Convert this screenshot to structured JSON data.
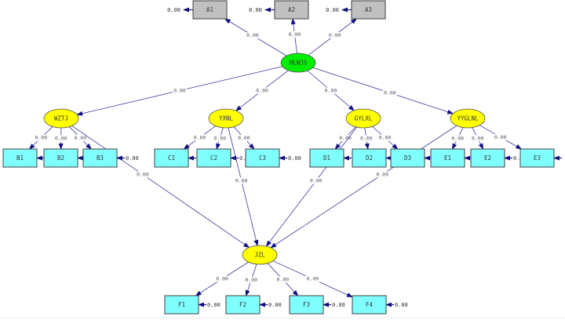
{
  "colors": {
    "latent_top": "#00ee00",
    "latent": "#ffff00",
    "observed_top": "#c0c0c0",
    "observed": "#80ffff",
    "edge": "#3a3a9a",
    "arrowhead": "#101080"
  },
  "latent_nodes": [
    {
      "id": "HLWJS",
      "label": "HLWJS",
      "kind": "top"
    },
    {
      "id": "WZTJ",
      "label": "WZTJ",
      "kind": "mid"
    },
    {
      "id": "YXNL",
      "label": "YXNL",
      "kind": "mid"
    },
    {
      "id": "GYLXL",
      "label": "GYLXL",
      "kind": "mid"
    },
    {
      "id": "YYGLNL",
      "label": "YYGLNL",
      "kind": "mid"
    },
    {
      "id": "JZL",
      "label": "JZL",
      "kind": "mid"
    }
  ],
  "observed_nodes": [
    {
      "id": "A1",
      "label": "A1",
      "kind": "top",
      "error": "0.00"
    },
    {
      "id": "A2",
      "label": "A2",
      "kind": "top",
      "error": "0.00"
    },
    {
      "id": "A3",
      "label": "A3",
      "kind": "top",
      "error": "0.00"
    },
    {
      "id": "B1",
      "label": "B1",
      "kind": "ind",
      "error": ""
    },
    {
      "id": "B2",
      "label": "B2",
      "kind": "ind",
      "error": ""
    },
    {
      "id": "B3",
      "label": "B3",
      "kind": "ind",
      "error": "0.00"
    },
    {
      "id": "C1",
      "label": "C1",
      "kind": "ind",
      "error": ""
    },
    {
      "id": "C2",
      "label": "C2",
      "kind": "ind",
      "error": "0."
    },
    {
      "id": "C3",
      "label": "C3",
      "kind": "ind",
      "error": "0.00"
    },
    {
      "id": "D1",
      "label": "D1",
      "kind": "ind",
      "error": ""
    },
    {
      "id": "D2",
      "label": "D2",
      "kind": "ind",
      "error": ""
    },
    {
      "id": "D3",
      "label": "D3",
      "kind": "ind",
      "error": ""
    },
    {
      "id": "E1",
      "label": "E1",
      "kind": "ind",
      "error": ""
    },
    {
      "id": "E2",
      "label": "E2",
      "kind": "ind",
      "error": "0."
    },
    {
      "id": "E3",
      "label": "E3",
      "kind": "ind",
      "error": ""
    },
    {
      "id": "F1",
      "label": "F1",
      "kind": "ind",
      "error": "0.00"
    },
    {
      "id": "F2",
      "label": "F2",
      "kind": "ind",
      "error": "0.00"
    },
    {
      "id": "F3",
      "label": "F3",
      "kind": "ind",
      "error": "0.00"
    },
    {
      "id": "F4",
      "label": "F4",
      "kind": "ind",
      "error": "0.00"
    }
  ],
  "paths": [
    {
      "from": "HLWJS",
      "to": "A1",
      "coef": "0.00"
    },
    {
      "from": "HLWJS",
      "to": "A2",
      "coef": "0.00"
    },
    {
      "from": "HLWJS",
      "to": "A3",
      "coef": "0.00"
    },
    {
      "from": "HLWJS",
      "to": "WZTJ",
      "coef": "0.00"
    },
    {
      "from": "HLWJS",
      "to": "YXNL",
      "coef": "0.00"
    },
    {
      "from": "HLWJS",
      "to": "GYLXL",
      "coef": "0.00"
    },
    {
      "from": "HLWJS",
      "to": "YYGLNL",
      "coef": "0.00"
    },
    {
      "from": "WZTJ",
      "to": "B1",
      "coef": "0.00"
    },
    {
      "from": "WZTJ",
      "to": "B2",
      "coef": "0.00"
    },
    {
      "from": "WZTJ",
      "to": "B3",
      "coef": "0.00"
    },
    {
      "from": "YXNL",
      "to": "C1",
      "coef": "0.00"
    },
    {
      "from": "YXNL",
      "to": "C2",
      "coef": "0.00"
    },
    {
      "from": "YXNL",
      "to": "C3",
      "coef": "0.00"
    },
    {
      "from": "GYLXL",
      "to": "D1",
      "coef": "0.00"
    },
    {
      "from": "GYLXL",
      "to": "D2",
      "coef": "0.00"
    },
    {
      "from": "GYLXL",
      "to": "D3",
      "coef": "0.00"
    },
    {
      "from": "YYGLNL",
      "to": "E1",
      "coef": "0.00"
    },
    {
      "from": "YYGLNL",
      "to": "E2",
      "coef": "0.00"
    },
    {
      "from": "YYGLNL",
      "to": "E3",
      "coef": "0.00"
    },
    {
      "from": "WZTJ",
      "to": "JZL",
      "coef": "0.00"
    },
    {
      "from": "YXNL",
      "to": "JZL",
      "coef": "0.00"
    },
    {
      "from": "GYLXL",
      "to": "JZL",
      "coef": "0.00"
    },
    {
      "from": "YYGLNL",
      "to": "JZL",
      "coef": "0.00"
    },
    {
      "from": "JZL",
      "to": "F1",
      "coef": "0.00"
    },
    {
      "from": "JZL",
      "to": "F2",
      "coef": "0.00"
    },
    {
      "from": "JZL",
      "to": "F3",
      "coef": "0.00"
    },
    {
      "from": "JZL",
      "to": "F4",
      "coef": "0.00"
    }
  ]
}
